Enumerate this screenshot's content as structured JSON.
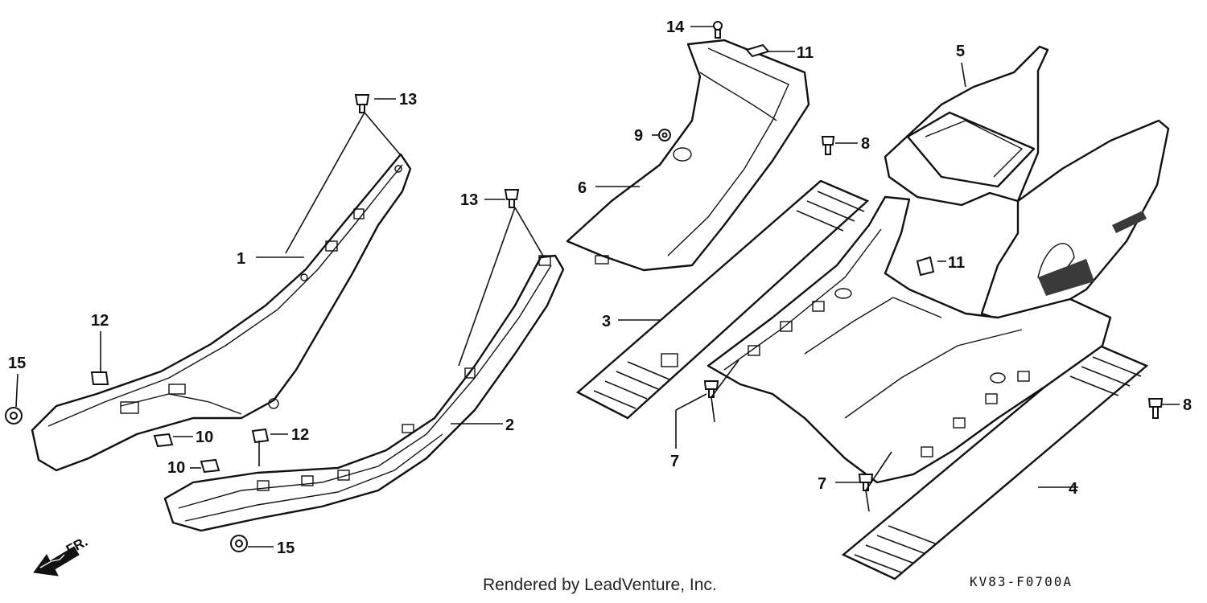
{
  "callouts": {
    "c1": "1",
    "c2": "2",
    "c3": "3",
    "c4": "4",
    "c5": "5",
    "c6": "6",
    "c7a": "7",
    "c7b": "7",
    "c8a": "8",
    "c8b": "8",
    "c9": "9",
    "c10a": "10",
    "c10b": "10",
    "c11a": "11",
    "c11b": "11",
    "c12a": "12",
    "c12b": "12",
    "c13a": "13",
    "c13b": "13",
    "c14": "14",
    "c15a": "15",
    "c15b": "15"
  },
  "direction_label": "FR.",
  "credit": "Rendered by LeadVenture, Inc.",
  "diagram_code": "KV83-F0700A",
  "icons": [
    "front-direction-arrow-icon"
  ]
}
